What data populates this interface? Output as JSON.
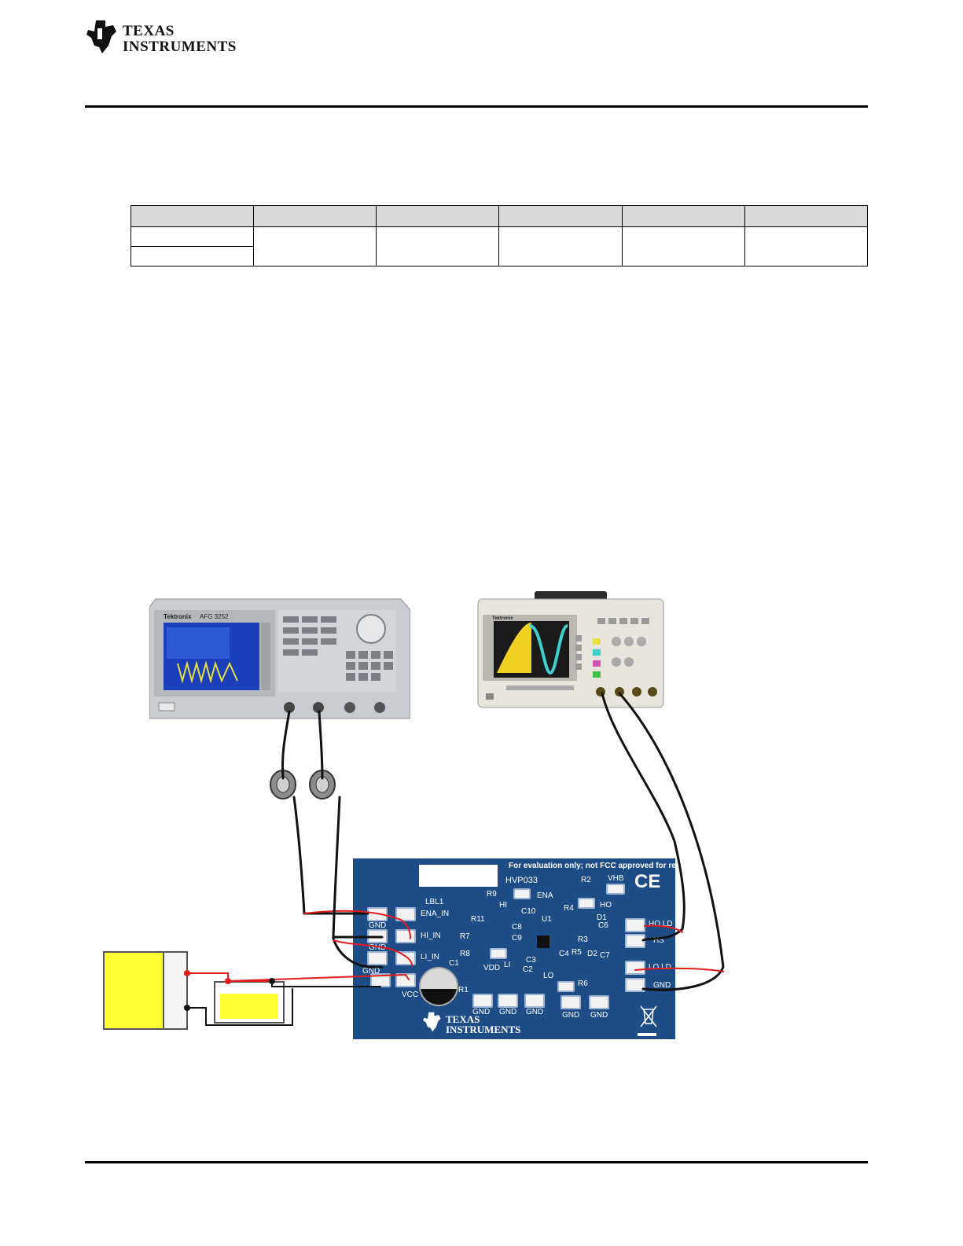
{
  "header": {
    "logo_line1": "TEXAS",
    "logo_line2": "INSTRUMENTS"
  },
  "figure": {
    "function_generator": {
      "brand": "Tektronix",
      "model": "AFG 3252"
    },
    "oscilloscope": {
      "brand": "Tektronix"
    },
    "board": {
      "notice": "For evaluation only; not FCC approved for resale.",
      "name": "HVP033",
      "logo_line1": "TEXAS",
      "logo_line2": "INSTRUMENTS",
      "ce_mark": "CE",
      "labels": {
        "lbl1": "LBL1",
        "ena": "ENA",
        "r9": "R9",
        "hi": "HI",
        "r11": "R11",
        "c10": "C10",
        "u1": "U1",
        "r7": "R7",
        "c8": "C8",
        "c9": "C9",
        "r8": "R8",
        "li": "LI",
        "vdd": "VDD",
        "c3": "C3",
        "c2": "C2",
        "c4": "C4",
        "lo": "LO",
        "r6": "R6",
        "r5": "R5",
        "d2": "D2",
        "c7": "C7",
        "r2": "R2",
        "vhb": "VHB",
        "ho": "HO",
        "r4": "R4",
        "d1": "D1",
        "c6": "C6",
        "r3": "R3",
        "c1": "C1",
        "r1": "R1",
        "ena_in": "ENA_IN",
        "hi_in": "HI_IN",
        "li_in": "LI_IN",
        "gnd": "GND",
        "vcc": "VCC",
        "hs": "HS",
        "ho_ld": "HO LD",
        "lo_ld": "LO LD"
      }
    }
  }
}
